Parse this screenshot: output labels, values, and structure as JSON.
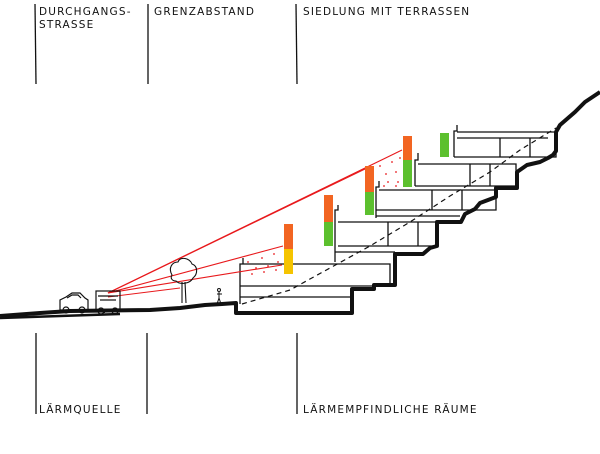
{
  "labels": {
    "through_road_line1": "DURCHGANGS-",
    "through_road_line2": "STRASSE",
    "buffer_distance": "GRENZABSTAND",
    "terraced_settlement": "SIEDLUNG MIT TERRASSEN",
    "noise_source": "LÄRMQUELLE",
    "noise_sensitive_rooms": "LÄRMEMPFINDLICHE RÄUME"
  },
  "colors": {
    "ink": "#111111",
    "sound_ray": "#e8191c",
    "high_noise": "#f26522",
    "medium_noise": "#f5c400",
    "low_noise": "#5cc02e"
  },
  "icons": {
    "car": "car-icon",
    "bus": "bus-icon",
    "tree": "tree-icon",
    "pedestrian": "pedestrian-icon"
  }
}
